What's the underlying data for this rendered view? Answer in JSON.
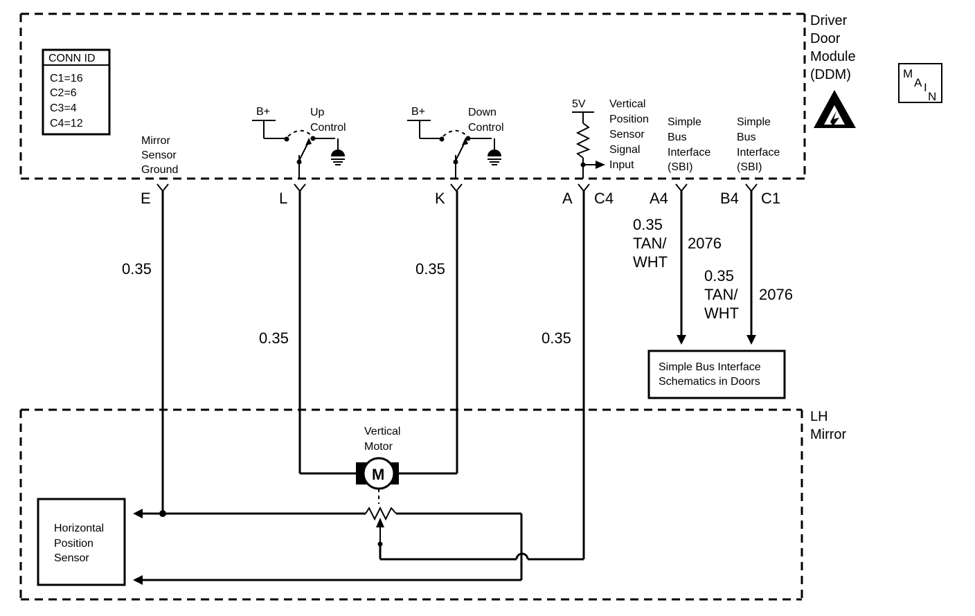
{
  "modules": {
    "ddm": {
      "lines": [
        "Driver",
        "Door",
        "Module",
        "(DDM)"
      ]
    },
    "mirror": {
      "lines": [
        "LH",
        "Mirror"
      ]
    }
  },
  "conn_table": {
    "header": "CONN ID",
    "rows": [
      "C1=16",
      "C2=6",
      "C3=4",
      "C4=12"
    ]
  },
  "main_badge": {
    "letters": [
      "M",
      "A",
      "I",
      "N"
    ]
  },
  "ddm_labels": {
    "mirror_sensor_ground": [
      "Mirror",
      "Sensor",
      "Ground"
    ],
    "bplus": "B+",
    "up_control": [
      "Up",
      "Control"
    ],
    "down_control": [
      "Down",
      "Control"
    ],
    "five_v": "5V",
    "vps_signal": [
      "Vertical",
      "Position",
      "Sensor",
      "Signal",
      "Input"
    ],
    "sbi": [
      "Simple",
      "Bus",
      "Interface",
      "(SBI)"
    ]
  },
  "pins": {
    "e": "E",
    "l": "L",
    "k": "K",
    "a": "A",
    "c4": "C4",
    "a4": "A4",
    "b4": "B4",
    "c1": "C1"
  },
  "wires": {
    "e_size": "0.35",
    "l_size": "0.35",
    "k_size": "0.35",
    "a_size": "0.35",
    "sbi_a4": {
      "size": "0.35",
      "color_line1": "TAN/",
      "color_line2": "WHT",
      "circuit": "2076"
    },
    "sbi_b4": {
      "size": "0.35",
      "color_line1": "TAN/",
      "color_line2": "WHT",
      "circuit": "2076"
    }
  },
  "sbi_box": {
    "lines": [
      "Simple Bus Interface",
      "Schematics in Doors"
    ]
  },
  "motor": {
    "label": [
      "Vertical",
      "Motor"
    ],
    "symbol": "M"
  },
  "sensor_box": {
    "lines": [
      "Horizontal",
      "Position",
      "Sensor"
    ]
  }
}
